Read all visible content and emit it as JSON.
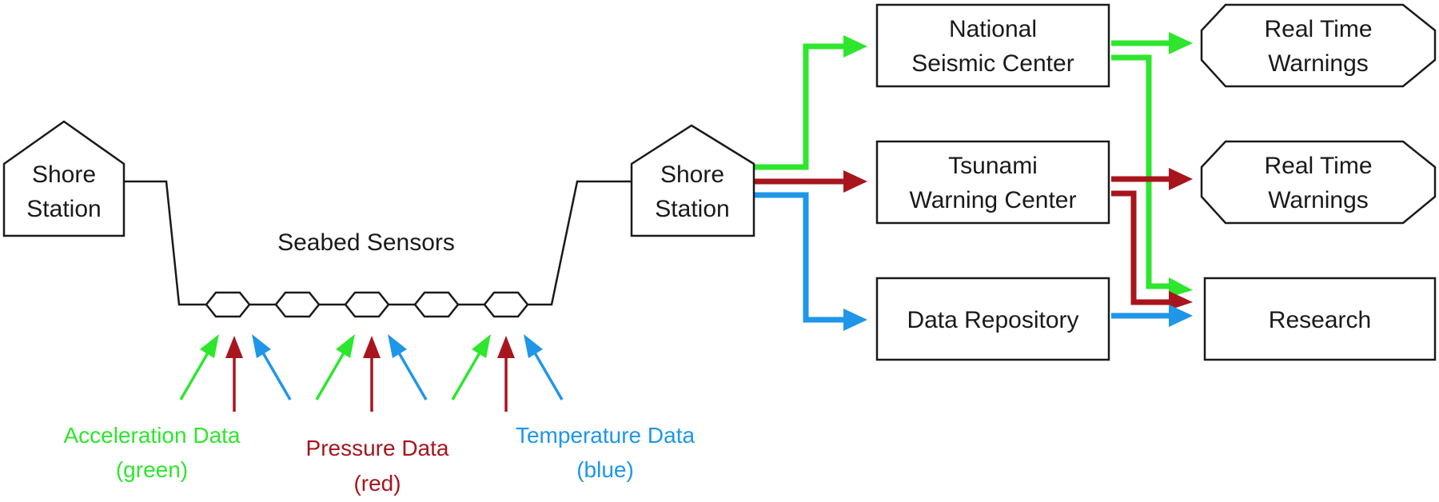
{
  "colors": {
    "acceleration": "#2ee62e",
    "pressure": "#a8151e",
    "temperature": "#1f96e8",
    "outline": "#1a1a1a"
  },
  "shore_station_left": {
    "line1": "Shore",
    "line2": "Station"
  },
  "shore_station_right": {
    "line1": "Shore",
    "line2": "Station"
  },
  "seabed_sensors_label": "Seabed Sensors",
  "national_seismic_center": {
    "line1": "National",
    "line2": "Seismic Center"
  },
  "tsunami_warning_center": {
    "line1": "Tsunami",
    "line2": "Warning Center"
  },
  "data_repository": {
    "label": "Data Repository"
  },
  "real_time_warnings_1": {
    "line1": "Real Time",
    "line2": "Warnings"
  },
  "real_time_warnings_2": {
    "line1": "Real Time",
    "line2": "Warnings"
  },
  "research": {
    "label": "Research"
  },
  "legend": {
    "acceleration": {
      "line1": "Acceleration Data",
      "line2": "(green)"
    },
    "pressure": {
      "line1": "Pressure Data",
      "line2": "(red)"
    },
    "temperature": {
      "line1": "Temperature Data",
      "line2": "(blue)"
    }
  }
}
